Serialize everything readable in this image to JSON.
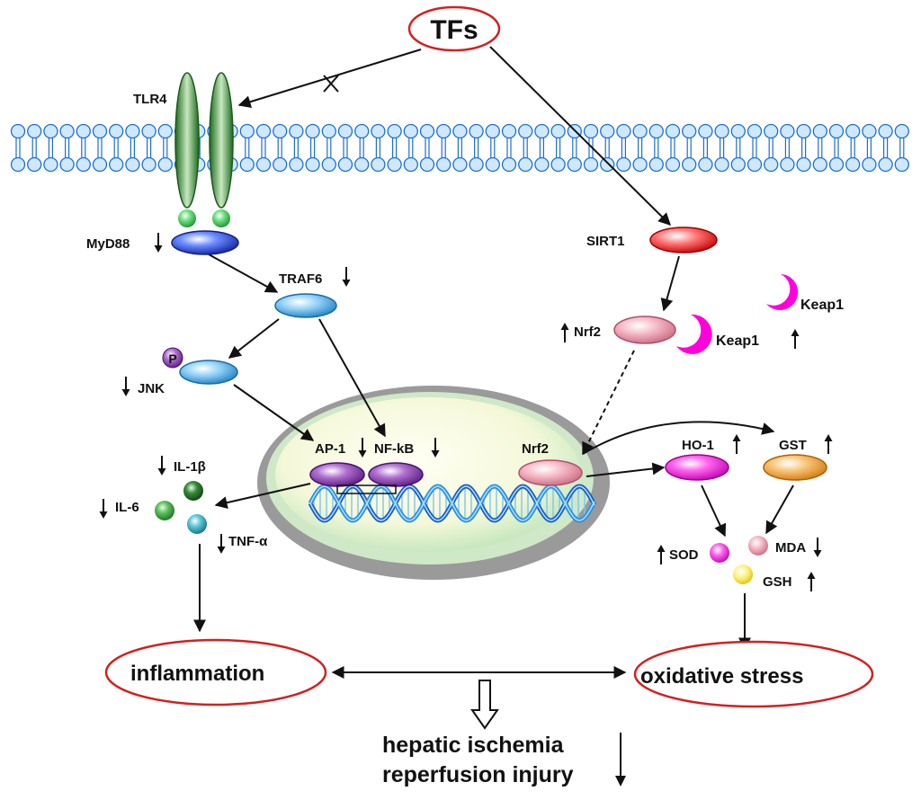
{
  "title_node": "TFs",
  "membrane_labels": {
    "tlr4": "TLR4"
  },
  "left_pathway": {
    "myd88": "MyD88",
    "traf6": "TRAF6",
    "p_badge": "P",
    "jnk": "JNK",
    "ap1": "AP-1",
    "nfkb": "NF-kB"
  },
  "cytokines": {
    "il1b": "IL-1β",
    "il6": "IL-6",
    "tnfa": "TNF-α"
  },
  "right_pathway": {
    "sirt1": "SIRT1",
    "nrf2_cyto": "Nrf2",
    "keap1_bound": "Keap1",
    "keap1_free": "Keap1",
    "nrf2_nucleus": "Nrf2",
    "ho1": "HO-1",
    "gst": "GST",
    "sod": "SOD",
    "mda": "MDA",
    "gsh": "GSH"
  },
  "outcomes": {
    "inflammation": "inflammation",
    "oxidative_stress": "oxidative stress",
    "final_line1": "hepatic ischemia",
    "final_line2": "reperfusion injury"
  },
  "colors": {
    "membrane_blue": "#1a6fd6",
    "outcome_red": "#d32020",
    "tlr4_green": "#2f8a2f",
    "keap1_magenta": "#ff00dd"
  }
}
